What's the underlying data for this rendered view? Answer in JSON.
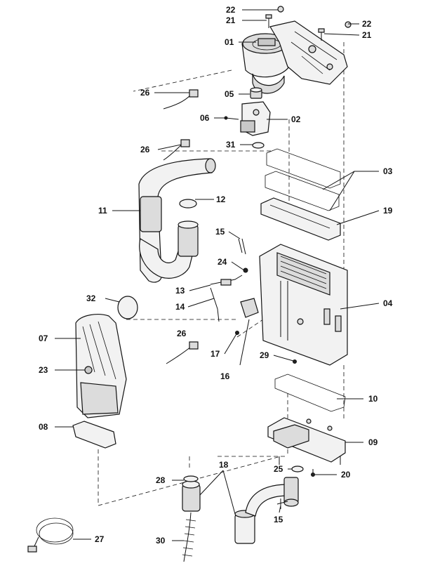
{
  "diagram": {
    "labels": {
      "p22a": "22",
      "p21a": "21",
      "p22b": "22",
      "p21b": "21",
      "p01": "01",
      "p26a": "26",
      "p05": "05",
      "p06": "06",
      "p02": "02",
      "p26b": "26",
      "p31": "31",
      "p03": "03",
      "p12": "12",
      "p11": "11",
      "p19": "19",
      "p15a": "15",
      "p24": "24",
      "p13": "13",
      "p32": "32",
      "p14": "14",
      "p04": "04",
      "p07": "07",
      "p26c": "26",
      "p17": "17",
      "p29": "29",
      "p23": "23",
      "p16": "16",
      "p10": "10",
      "p08": "08",
      "p09": "09",
      "p25": "25",
      "p20": "20",
      "p18": "18",
      "p28": "28",
      "p15b": "15",
      "p27": "27",
      "p30": "30"
    }
  }
}
